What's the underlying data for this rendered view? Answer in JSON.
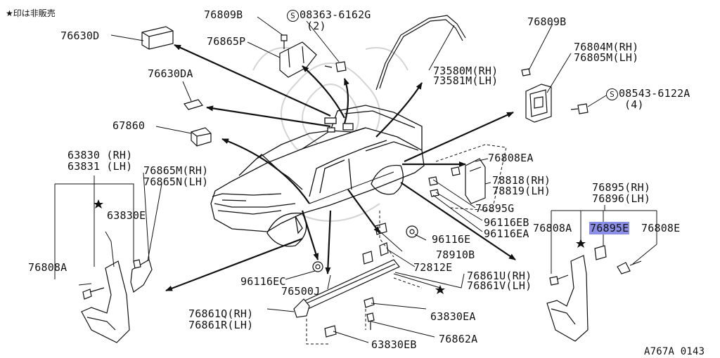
{
  "note": "★印は非販売",
  "figure_code": "A767A 0143",
  "labels": {
    "l76630D": "76630D",
    "l76809B_a": "76809B",
    "l08363": "08363-6162G",
    "l08363_qty": "(2)",
    "l76865P": "76865P",
    "l76630DA": "76630DA",
    "l67860": "67860",
    "l73580M": "73580M(RH)",
    "l73581M": "73581M(LH)",
    "l76809B_b": "76809B",
    "l76804M": "76804M(RH)",
    "l76805M": "76805M(LH)",
    "l08543": "08543-6122A",
    "l08543_qty": "(4)",
    "l76808EA": "76808EA",
    "l78818": "78818(RH)",
    "l78819": "78819(LH)",
    "l76895G": "76895G",
    "l96116EB": "96116EB",
    "l96116EA": "96116EA",
    "l63830": "63830 (RH)",
    "l63831": "63831 (LH)",
    "l76865M": "76865M(RH)",
    "l76865N": "76865N(LH)",
    "l63830E": "63830E",
    "l76808A_l": "76808A",
    "l96116E": "96116E",
    "l78910B": "78910B",
    "l72812E": "72812E",
    "l96116EC": "96116EC",
    "l76500J": "76500J",
    "l76861U": "76861U(RH)",
    "l76861V": "76861V(LH)",
    "l76861Q": "76861Q(RH)",
    "l76861R": "76861R(LH)",
    "l63830EA": "63830EA",
    "l76862A": "76862A",
    "l63830EB": "63830EB",
    "l76895": "76895(RH)",
    "l76896": "76896(LH)",
    "l76808A_r": "76808A",
    "l76895E": "76895E",
    "l76808E": "76808E"
  }
}
